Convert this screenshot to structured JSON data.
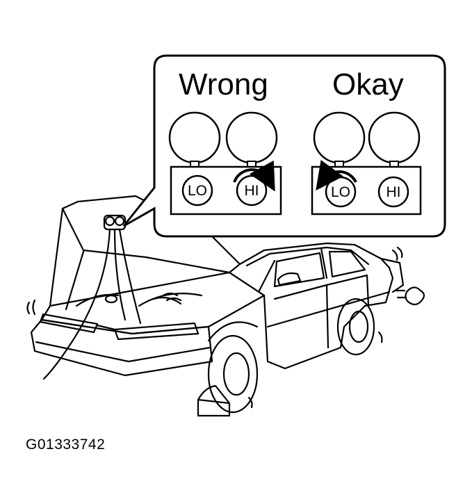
{
  "callout": {
    "wrong": {
      "title": "Wrong",
      "lo_label": "LO",
      "hi_label": "HI",
      "turned_valve": "HI"
    },
    "okay": {
      "title": "Okay",
      "lo_label": "LO",
      "hi_label": "HI",
      "turned_valve": "LO"
    }
  },
  "figure_id": "G01333742",
  "colors": {
    "line": "#000000",
    "background": "#ffffff"
  }
}
